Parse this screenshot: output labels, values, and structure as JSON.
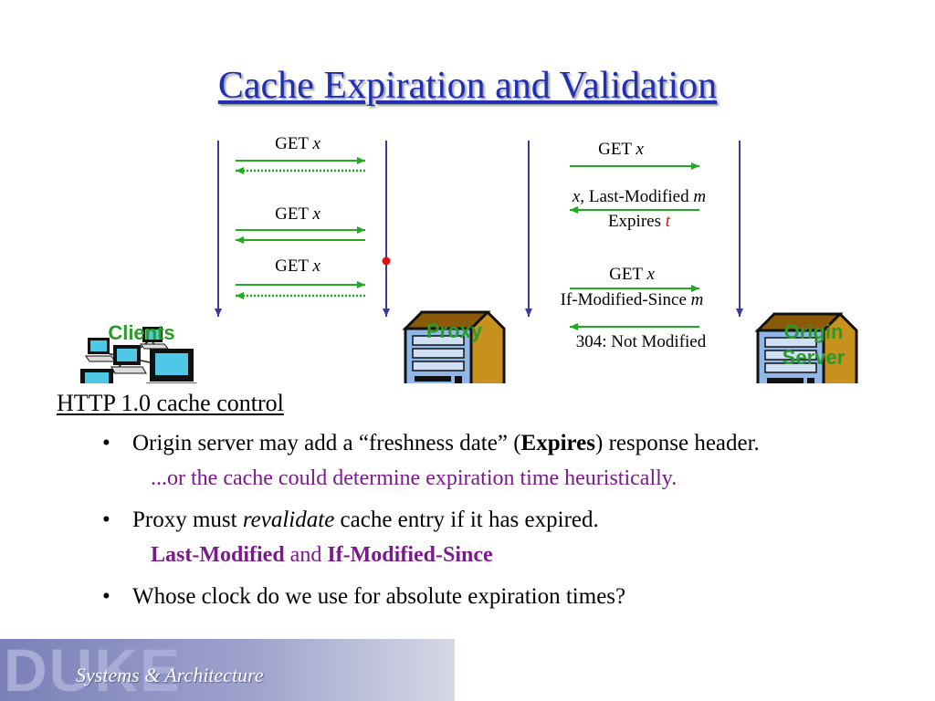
{
  "slide": {
    "title": "Cache Expiration and Validation"
  },
  "diagram": {
    "nodes": {
      "clients": "Clients",
      "proxy": "Proxy",
      "origin_line1": "Origin",
      "origin_line2": "Server"
    },
    "left_messages": {
      "get1_method": "GET",
      "get1_obj": "x",
      "get2_method": "GET",
      "get2_obj": "x",
      "get3_method": "GET",
      "get3_obj": "x"
    },
    "right_messages": {
      "get1_method": "GET",
      "get1_obj": "x",
      "resp_obj": "x",
      "resp_text": ", Last-Modified",
      "resp_m": "m",
      "expires_label": "Expires",
      "expires_t": "t",
      "get2_method": "GET",
      "get2_obj": "x",
      "ims_label": "If-Modified-Since",
      "ims_m": "m",
      "not_modified": "304: Not Modified"
    },
    "colors": {
      "arrow": "#22aa22",
      "timeline": "#3a3a9a",
      "marker": "#e01010"
    }
  },
  "body": {
    "section_title": "HTTP 1.0 cache control",
    "bullet_char": "•",
    "bullet1_a": "Origin server may add a “freshness date” (",
    "bullet1_bold": "Expires",
    "bullet1_b": ") response header.",
    "sub1": "...or the cache could determine expiration time heuristically.",
    "bullet2_a": "Proxy must ",
    "bullet2_italic": "revalidate",
    "bullet2_b": " cache entry if it has expired.",
    "sub2_bold1": "Last-Modified",
    "sub2_and": " and ",
    "sub2_bold2": "If-Modified-Since",
    "bullet3": "Whose clock do we use for absolute expiration times?"
  },
  "footer": {
    "logo": "DUKE",
    "subtitle": "Systems & Architecture"
  }
}
